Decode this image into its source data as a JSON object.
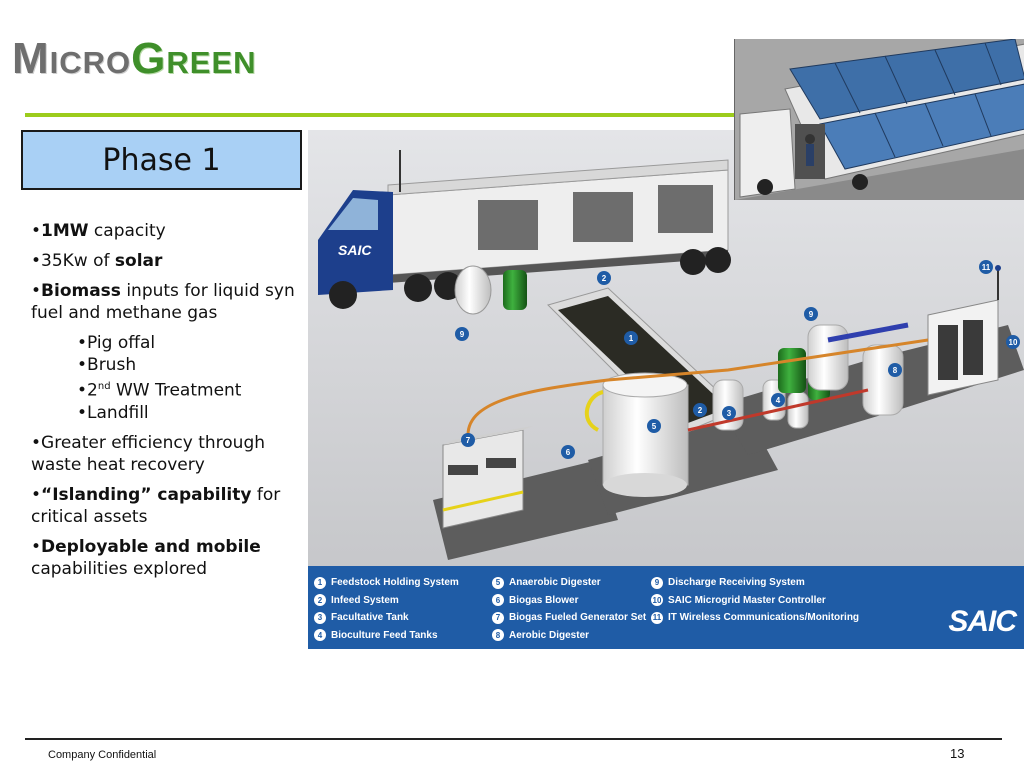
{
  "logo": {
    "part1": "Micro",
    "part2": "Green"
  },
  "phase_title": "Phase 1",
  "bullets": {
    "b1_bold": "1MW",
    "b1_rest": " capacity",
    "b2_pre": "35Kw of ",
    "b2_bold": "solar",
    "b3_bold": "Biomass",
    "b3_rest": " inputs for liquid syn fuel and methane gas",
    "sub1": "Pig offal",
    "sub2": "Brush",
    "sub3_pre": "2",
    "sub3_sup": "nd",
    "sub3_rest": " WW Treatment",
    "sub4": "Landfill",
    "b4": "Greater efficiency through waste heat recovery",
    "b5_bold": "“Islanding” capability",
    "b5_rest": " for critical assets",
    "b6_bold": "Deployable and mobile",
    "b6_rest": " capabilities explored"
  },
  "figure": {
    "truck_label": "SAIC",
    "callouts": [
      "1",
      "2",
      "2",
      "3",
      "4",
      "5",
      "6",
      "7",
      "8",
      "9",
      "9",
      "10",
      "11"
    ],
    "legend": {
      "col1": [
        {
          "num": "1",
          "label": "Feedstock Holding System"
        },
        {
          "num": "2",
          "label": "Infeed System"
        },
        {
          "num": "3",
          "label": "Facultative Tank"
        },
        {
          "num": "4",
          "label": "Bioculture Feed Tanks"
        }
      ],
      "col2": [
        {
          "num": "5",
          "label": "Anaerobic Digester"
        },
        {
          "num": "6",
          "label": "Biogas Blower"
        },
        {
          "num": "7",
          "label": "Biogas Fueled Generator Set"
        },
        {
          "num": "8",
          "label": "Aerobic Digester"
        }
      ],
      "col3": [
        {
          "num": "9",
          "label": "Discharge Receiving System"
        },
        {
          "num": "10",
          "label": "SAIC Microgrid Master Controller"
        },
        {
          "num": "11",
          "label": "IT Wireless Communications/Monitoring"
        }
      ]
    },
    "brand": "SAIC"
  },
  "footer": {
    "left": "Company Confidential",
    "page": "13"
  },
  "colors": {
    "accent_green": "#9ccc1c",
    "phase_box": "#a9d0f5",
    "legend_blue": "#1f5ca6"
  }
}
